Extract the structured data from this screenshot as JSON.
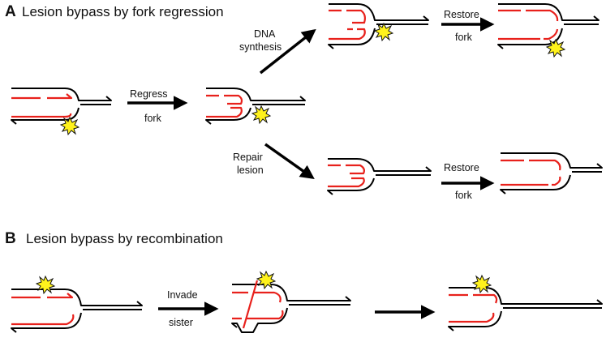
{
  "panels": {
    "a": {
      "letter": "A",
      "title": "Lesion bypass by fork regression"
    },
    "b": {
      "letter": "B",
      "title": "Lesion bypass by recombination"
    }
  },
  "steps": {
    "regress": {
      "line1": "Regress",
      "line2": "fork"
    },
    "dna_synthesis": {
      "line1": "DNA",
      "line2": "synthesis"
    },
    "repair_lesion": {
      "line1": "Repair",
      "line2": "lesion"
    },
    "restore_top": {
      "line1": "Restore",
      "line2": "fork"
    },
    "restore_bottom": {
      "line1": "Restore",
      "line2": "fork"
    },
    "invade": {
      "line1": "Invade",
      "line2": "sister"
    }
  },
  "colors": {
    "parental_strand": "#000000",
    "nascent_strand": "#e8211c",
    "lesion": "#fff21c"
  },
  "icons": {
    "lesion": "yellow-starburst",
    "arrowhead": "half-arrow"
  }
}
